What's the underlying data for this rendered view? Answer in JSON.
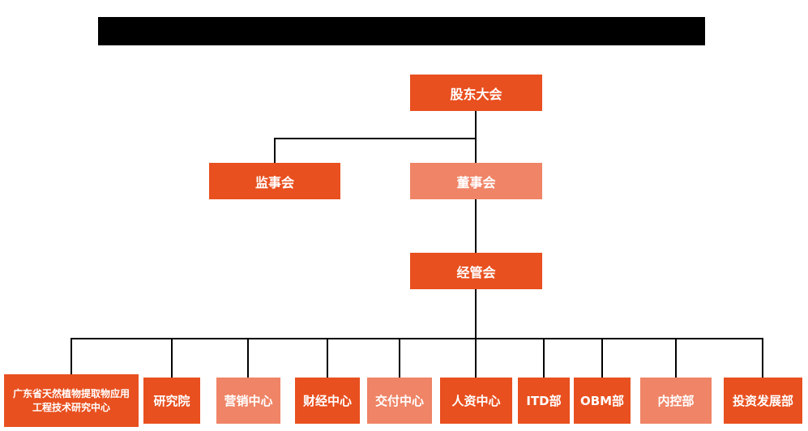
{
  "org_chart": {
    "colors": {
      "primary": "#e8501f",
      "secondary": "#ef8466",
      "line": "#000000",
      "text": "#ffffff",
      "redaction": "#000000"
    },
    "nodes": {
      "shareholders": {
        "label": "股东大会",
        "tone": "primary"
      },
      "supervisors": {
        "label": "监事会",
        "tone": "primary"
      },
      "board": {
        "label": "董事会",
        "tone": "secondary"
      },
      "management": {
        "label": "经管会",
        "tone": "primary"
      },
      "departments": [
        {
          "label": "广东省天然植物提取物应用工程技术研究中心",
          "tone": "primary"
        },
        {
          "label": "研究院",
          "tone": "primary"
        },
        {
          "label": "营销中心",
          "tone": "secondary"
        },
        {
          "label": "财经中心",
          "tone": "primary"
        },
        {
          "label": "交付中心",
          "tone": "secondary"
        },
        {
          "label": "人资中心",
          "tone": "primary"
        },
        {
          "label": "ITD部",
          "tone": "primary"
        },
        {
          "label": "OBM部",
          "tone": "primary"
        },
        {
          "label": "内控部",
          "tone": "secondary"
        },
        {
          "label": "投资发展部",
          "tone": "primary"
        }
      ]
    }
  }
}
